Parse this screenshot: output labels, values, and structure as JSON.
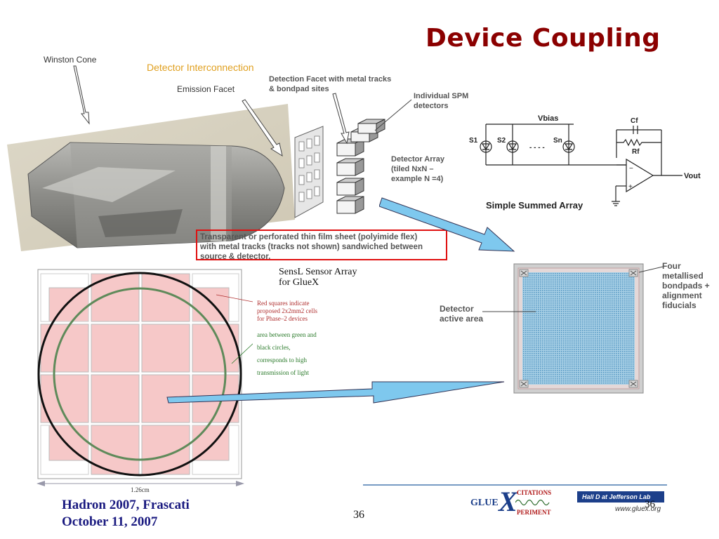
{
  "title": "Device Coupling",
  "labels": {
    "winston_cone": "Winston Cone",
    "detector_interconnection": "Detector Interconnection",
    "emission_facet": "Emission Facet",
    "detection_facet_1": "Detection Facet with metal tracks",
    "detection_facet_2": "& bondpad sites",
    "individual_spm_1": "Individual SPM",
    "individual_spm_2": "detectors",
    "detector_array_1": "Detector Array",
    "detector_array_2": "(tiled NxN –",
    "detector_array_3": "example N =4)",
    "film_sheet_1": "Transparent or perforated thin film sheet (polyimide flex)",
    "film_sheet_2": "with metal tracks (tracks not shown) sandwiched between",
    "film_sheet_3": "source & detector.",
    "sensl_1": "SensL Sensor Array",
    "sensl_2": "for GlueX",
    "red_note_1": "Red squares indicate",
    "red_note_2": "proposed 2x2mm2 cells",
    "red_note_3": "for Phase–2 devices",
    "green_note_1": "area between green and",
    "green_note_2": "black circles,",
    "green_note_3": "corresponds to high",
    "green_note_4": "transmission of light",
    "dimension": "1.26cm",
    "detector_active_1": "Detector",
    "detector_active_2": "active area",
    "four_1": "Four",
    "four_2": "metallised",
    "four_3": "bondpads +",
    "four_4": "alignment",
    "four_5": "fiducials"
  },
  "circuit": {
    "vbias": "Vbias",
    "s1": "S1",
    "s2": "S2",
    "sn": "Sn",
    "cf": "Cf",
    "rf": "Rf",
    "vout": "Vout",
    "caption": "Simple Summed Array",
    "dashes": "- - - -"
  },
  "footer": {
    "line1": "Hadron 2007, Frascati",
    "line2": "October 11, 2007",
    "page": "36",
    "page_overlay": "36",
    "gluex_glue": "GLUE",
    "gluex_x": "X",
    "citations": "CITATIONS",
    "periment": "PERIMENT",
    "hall_d": "Hall D at Jefferson Lab",
    "url": "www.gluex.org"
  }
}
